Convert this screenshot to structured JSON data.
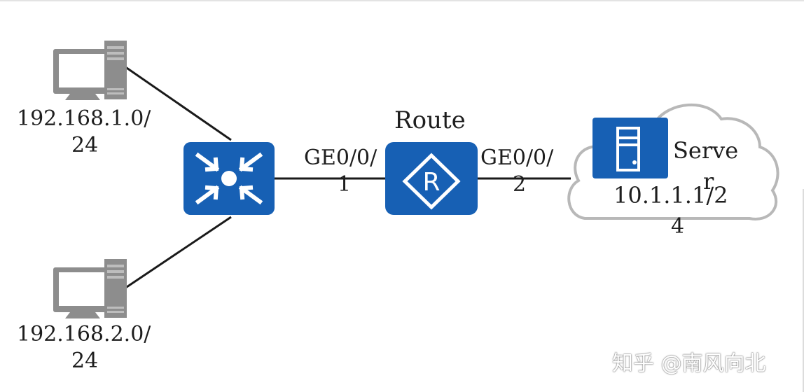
{
  "pc_top": {
    "ip_line1": "192.168.1.0/",
    "ip_line2": "24"
  },
  "pc_bottom": {
    "ip_line1": "192.168.2.0/",
    "ip_line2": "24"
  },
  "router": {
    "label": "Route"
  },
  "link_left_port": {
    "line1": "GE0/0/",
    "line2": "1"
  },
  "link_right_port": {
    "line1": "GE0/0/",
    "line2": "2"
  },
  "server": {
    "label_line1": "Serve",
    "label_line2": "r",
    "ip_line1": "10.1.1.1/2",
    "ip_line2": "4"
  },
  "watermark": "知乎 @南风向北",
  "colors": {
    "device_blue": "#1760b4",
    "pc_gray": "#8a8a8a",
    "line": "#1a1a1a",
    "cloud_stroke": "#b8b8b8"
  }
}
